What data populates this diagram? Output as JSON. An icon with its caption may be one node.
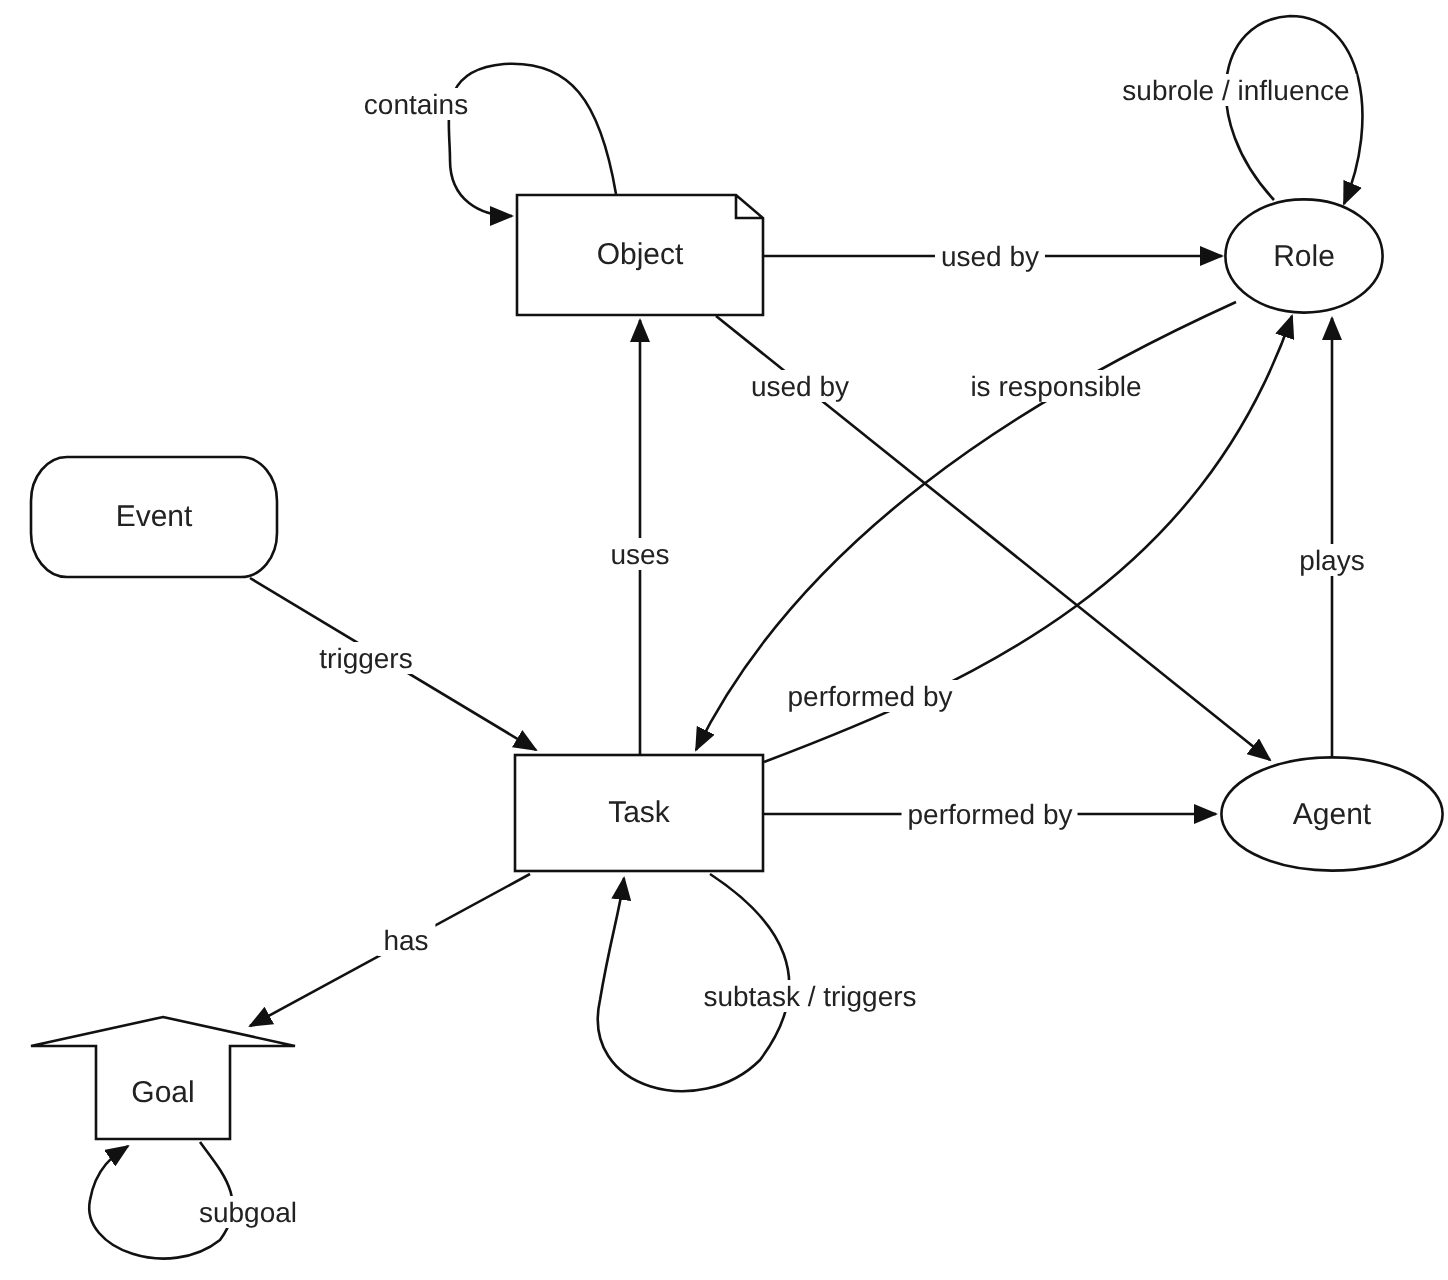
{
  "diagram": {
    "nodes": [
      {
        "text": [
          "Object"
        ]
      },
      {
        "text": [
          "Role"
        ]
      },
      {
        "text": [
          "Event"
        ]
      },
      {
        "text": [
          "Task"
        ]
      },
      {
        "text": [
          "Agent"
        ]
      },
      {
        "text": [
          "Goal"
        ]
      }
    ],
    "edges": [
      {
        "from": 0,
        "to": 0,
        "arrow": "to",
        "label": "contains"
      },
      {
        "from": 0,
        "to": 1,
        "arrow": "to",
        "label": "used by"
      },
      {
        "from": 0,
        "to": 4,
        "arrow": "to",
        "label": "used by"
      },
      {
        "from": 1,
        "to": 3,
        "arrow": "to",
        "label": "is responsible"
      },
      {
        "from": 3,
        "to": 1,
        "arrow": "to",
        "label": "performed by"
      },
      {
        "from": 1,
        "to": 1,
        "arrow": "to",
        "label": "subrole / influence"
      },
      {
        "from": 3,
        "to": 0,
        "arrow": "to",
        "label": "uses"
      },
      {
        "from": 2,
        "to": 3,
        "arrow": "to",
        "label": "triggers"
      },
      {
        "from": 3,
        "to": 4,
        "arrow": "to",
        "label": "performed by"
      },
      {
        "from": 4,
        "to": 1,
        "arrow": "to",
        "label": "plays"
      },
      {
        "from": 3,
        "to": 5,
        "arrow": "to",
        "label": "has"
      },
      {
        "from": 3,
        "to": 3,
        "arrow": "to",
        "label": "subtask / triggers"
      },
      {
        "from": 5,
        "to": 5,
        "arrow": "to",
        "label": "subgoal"
      }
    ]
  }
}
